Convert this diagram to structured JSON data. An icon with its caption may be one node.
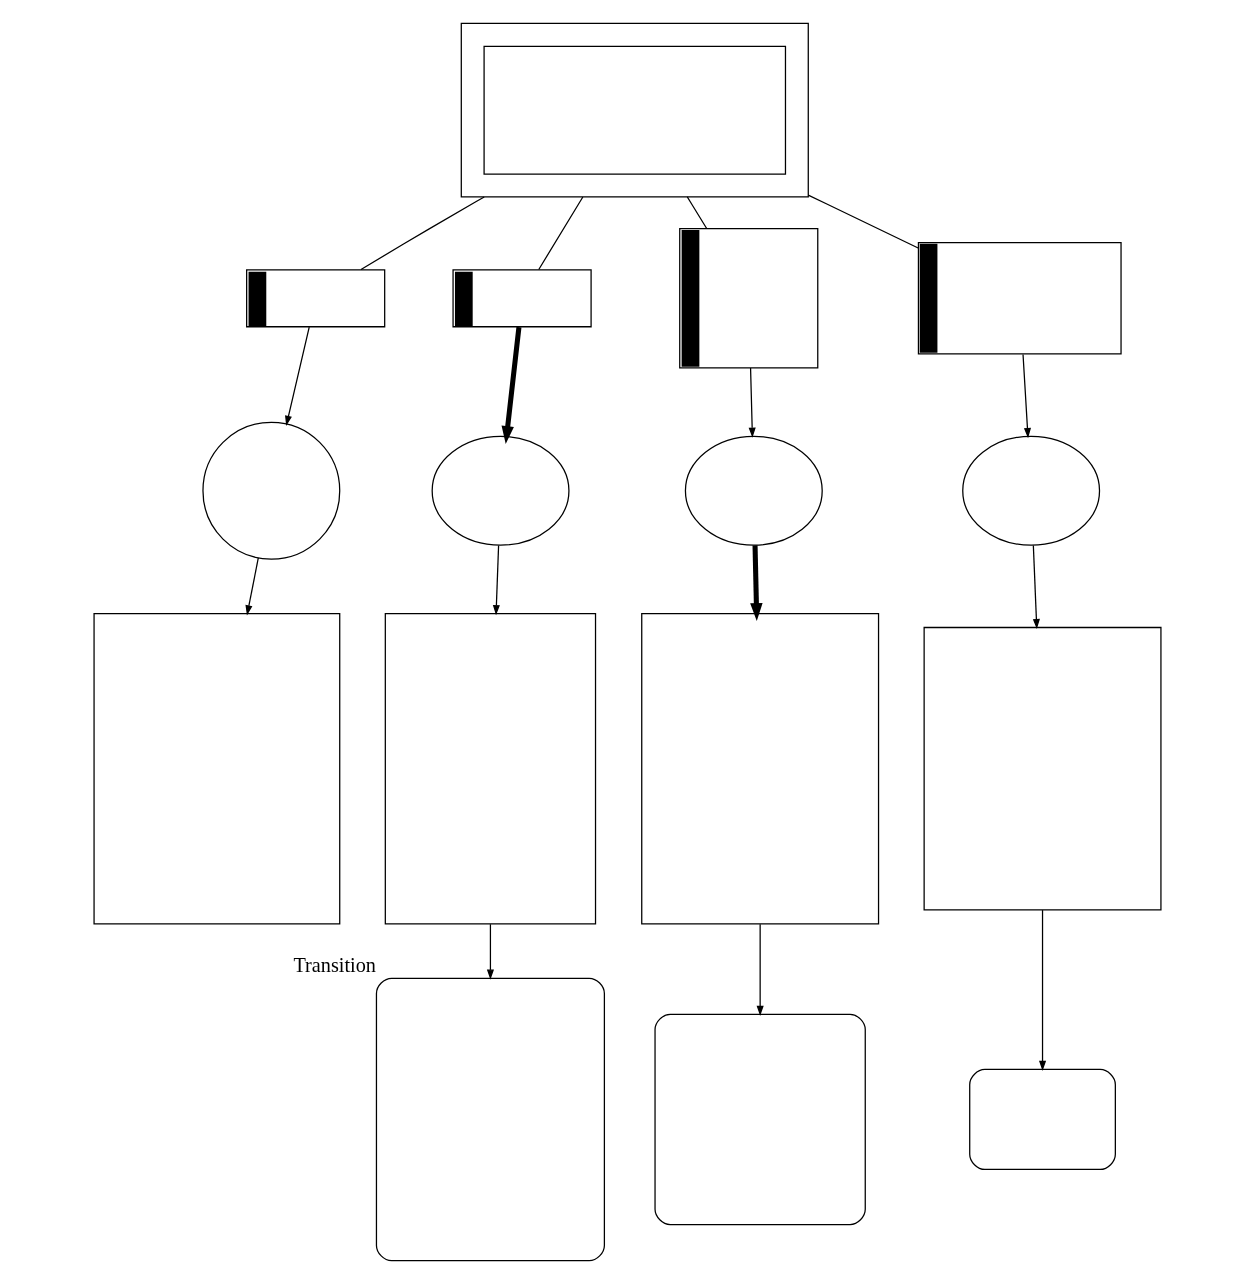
{
  "diagram": {
    "nodes": [
      {
        "text": [],
        "shape": "box"
      },
      {
        "text": [],
        "shape": "box",
        "in": 0
      },
      {
        "text": [],
        "shape": "box"
      },
      {
        "text": [],
        "shape": "box"
      },
      {
        "text": [],
        "shape": "box"
      },
      {
        "text": [],
        "shape": "box"
      },
      {
        "text": [],
        "shape": "circle"
      },
      {
        "text": [],
        "shape": "circle"
      },
      {
        "text": [],
        "shape": "circle"
      },
      {
        "text": [],
        "shape": "circle"
      },
      {
        "text": [],
        "shape": "box"
      },
      {
        "text": [],
        "shape": "box"
      },
      {
        "text": [],
        "shape": "box"
      },
      {
        "text": [],
        "shape": "box"
      },
      {
        "text": [],
        "shape": "box",
        "beside": [
          "Transition"
        ]
      },
      {
        "text": [],
        "shape": "box"
      },
      {
        "text": [],
        "shape": "box"
      }
    ],
    "edges": [
      {
        "from": 0,
        "to": 2,
        "arrow": "none"
      },
      {
        "from": 0,
        "to": 3,
        "arrow": "none"
      },
      {
        "from": 0,
        "to": 4,
        "arrow": "none"
      },
      {
        "from": 0,
        "to": 5,
        "arrow": "none"
      },
      {
        "from": 2,
        "to": 6,
        "arrow": "to"
      },
      {
        "from": 3,
        "to": 7,
        "arrow": "to",
        "style": "thick"
      },
      {
        "from": 4,
        "to": 8,
        "arrow": "to"
      },
      {
        "from": 5,
        "to": 9,
        "arrow": "to"
      },
      {
        "from": 6,
        "to": 10,
        "arrow": "to"
      },
      {
        "from": 7,
        "to": 11,
        "arrow": "to"
      },
      {
        "from": 8,
        "to": 12,
        "arrow": "to",
        "style": "thick"
      },
      {
        "from": 9,
        "to": 13,
        "arrow": "to"
      },
      {
        "from": 11,
        "to": 14,
        "arrow": "to"
      },
      {
        "from": 12,
        "to": 15,
        "arrow": "to"
      },
      {
        "from": 13,
        "to": 16,
        "arrow": "to"
      }
    ]
  }
}
